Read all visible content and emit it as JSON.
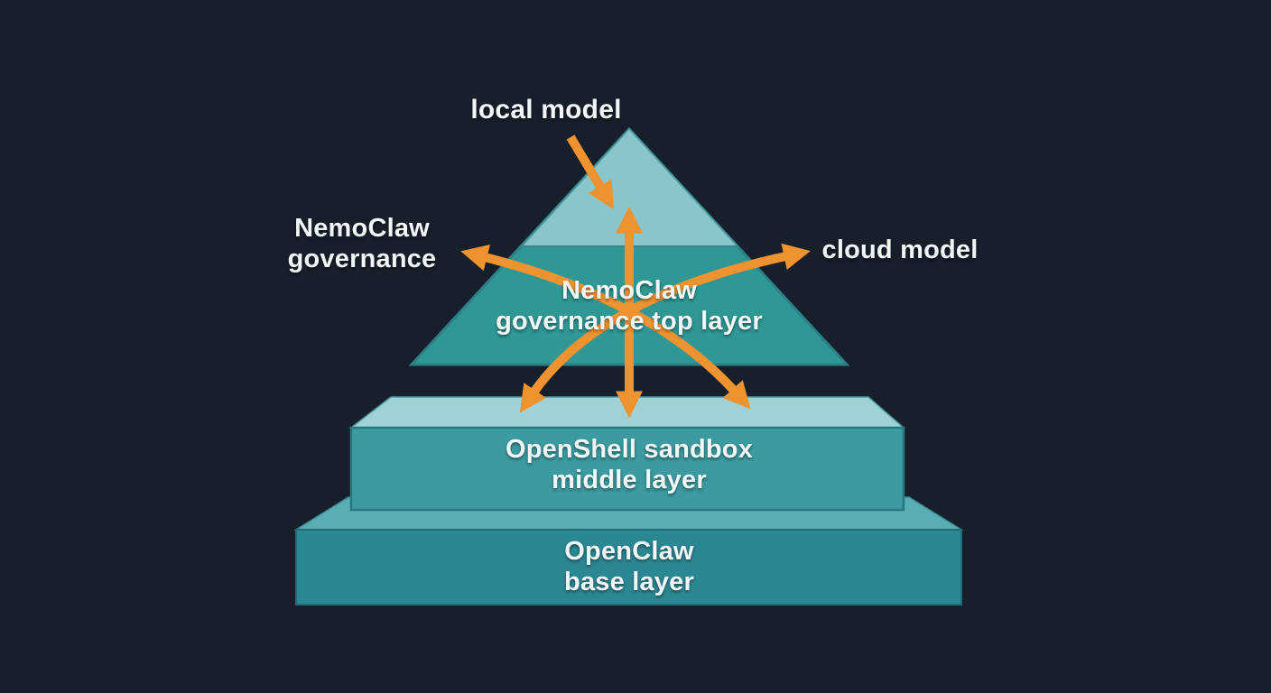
{
  "background_color": "#171f2b",
  "colors": {
    "arrow": "#ef9330",
    "triangle_top_face": "#8ac5c9",
    "triangle_body": "#2f9894",
    "middle_box_front": "#3b9ba0",
    "middle_box_top": "#9fd2d4",
    "base_box_front": "#2b8893",
    "base_box_top": "#58aeb4",
    "label_text": "#f2f6f6"
  },
  "annotations": {
    "local_model": {
      "label": "local model"
    },
    "nemoclaw_governance": {
      "line1": "NemoClaw",
      "line2": "governance"
    },
    "cloud_model": {
      "label": "cloud model"
    }
  },
  "pyramid": {
    "top_layer": {
      "line1": "NemoClaw",
      "line2": "governance top layer"
    },
    "middle_layer": {
      "line1": "OpenShell sandbox",
      "line2": "middle layer"
    },
    "base_layer": {
      "line1": "OpenClaw",
      "line2": "base layer"
    }
  }
}
